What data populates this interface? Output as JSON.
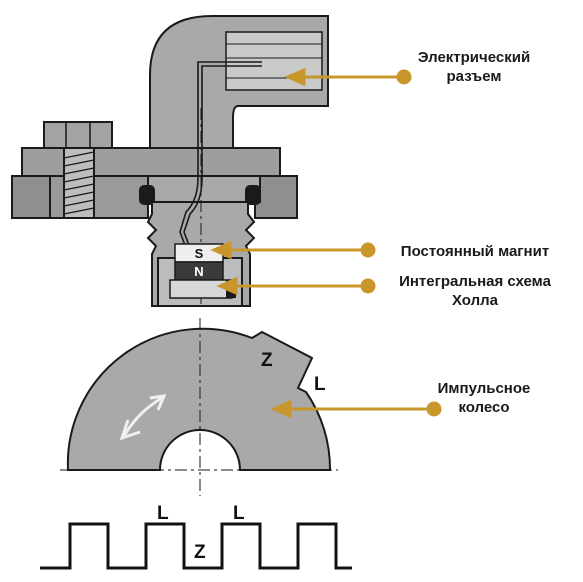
{
  "labels": {
    "connector_line1": "Электрический",
    "connector_line2": "разъем",
    "magnet": "Постоянный магнит",
    "hall_line1": "Интегральная схема",
    "hall_line2": "Холла",
    "wheel_line1": "Импульсное",
    "wheel_line2": "колесо"
  },
  "magnet_poles": {
    "south": "S",
    "north": "N"
  },
  "wheel_marks": {
    "tooth_gap": "Z",
    "tooth": "L"
  },
  "signal_marks": {
    "l_first": "L",
    "z_mid": "Z",
    "l_second": "L"
  },
  "colors": {
    "callout": "#c8962a",
    "body": "#a9a9a9",
    "outline": "#1a1a1a"
  }
}
